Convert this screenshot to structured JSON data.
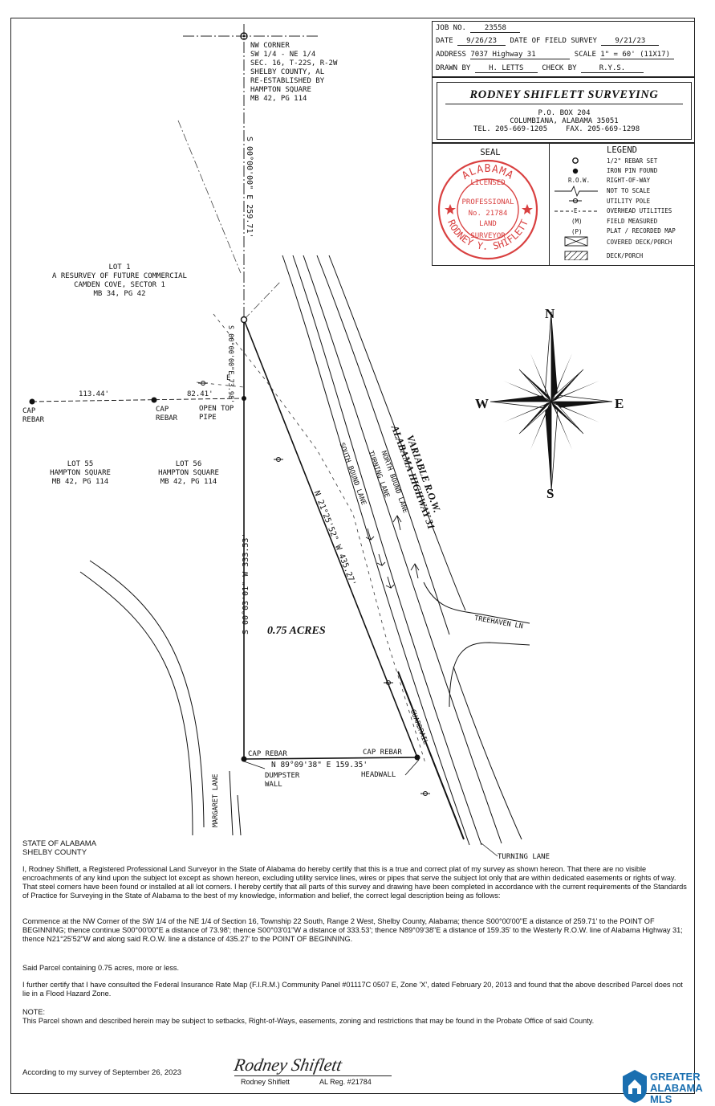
{
  "title_block": {
    "job_no_label": "JOB NO.",
    "job_no": "23558",
    "date_label": "DATE",
    "date": "9/26/23",
    "field_survey_label": "DATE OF FIELD SURVEY",
    "field_survey_date": "9/21/23",
    "address_label": "ADDRESS",
    "address": "7037 Highway 31",
    "scale_label": "SCALE",
    "scale": "1\" = 60' (11X17)",
    "drawn_by_label": "DRAWN BY",
    "drawn_by": "H. LETTS",
    "check_by_label": "CHECK BY",
    "check_by": "R.Y.S."
  },
  "company": {
    "name": "RODNEY SHIFLETT SURVEYING",
    "po_box": "P.O. BOX 204",
    "city": "COLUMBIANA, ALABAMA 35051",
    "phone": "TEL. 205-669-1205",
    "fax": "FAX. 205-669-1298"
  },
  "seal": {
    "heading": "SEAL",
    "ring_top": "ALABAMA",
    "licensed": "LICENSED",
    "professional": "PROFESSIONAL",
    "number": "No. 21784",
    "land": "LAND",
    "surveyor": "SURVEYOR",
    "ring_bottom": "RODNEY Y. SHIFLETT",
    "color": "#d94040"
  },
  "legend": {
    "heading": "LEGEND",
    "items": [
      {
        "symbol": "",
        "label": "1/2\" REBAR SET"
      },
      {
        "symbol": "",
        "label": "IRON PIN FOUND"
      },
      {
        "symbol": "R.O.W.",
        "label": "RIGHT-OF-WAY"
      },
      {
        "symbol": "",
        "label": "NOT TO SCALE"
      },
      {
        "symbol": "",
        "label": "UTILITY POLE"
      },
      {
        "symbol": "E",
        "label": "OVERHEAD UTILITIES"
      },
      {
        "symbol": "(M)",
        "label": "FIELD MEASURED"
      },
      {
        "symbol": "(P)",
        "label": "PLAT / RECORDED MAP"
      },
      {
        "symbol": "",
        "label": "COVERED DECK/PORCH"
      },
      {
        "symbol": "",
        "label": "DECK/PORCH"
      }
    ]
  },
  "compass": {
    "n": "N",
    "e": "E",
    "s": "S",
    "w": "W"
  },
  "plat": {
    "nw_corner": [
      "NW CORNER",
      "SW 1/4 - NE 1/4",
      "SEC. 16, T-22S, R-2W",
      "SHELBY COUNTY, AL",
      "RE-ESTABLISHED BY",
      "HAMPTON SQUARE",
      "MB 42, PG 114"
    ],
    "lot1": [
      "LOT 1",
      "A RESURVEY OF FUTURE COMMERCIAL",
      "CAMDEN COVE, SECTOR 1",
      "MB 34, PG 42"
    ],
    "lot55": [
      "LOT 55",
      "HAMPTON SQUARE",
      "MB 42, PG 114"
    ],
    "lot56": [
      "LOT 56",
      "HAMPTON SQUARE",
      "MB 42, PG 114"
    ],
    "cap_rebar": [
      "CAP",
      "REBAR"
    ],
    "open_top_pipe": [
      "OPEN TOP",
      "PIPE"
    ],
    "dist_113": "113.44'",
    "dist_82": "82.41'",
    "bearing_north_line": "S 00°00'00\" E   259.71'",
    "bearing_73": "S 00°00'00\"E 73.98'",
    "bearing_west_line": "S 00°03'01\" W   333.53'",
    "bearing_row": "N 21°25'52\" W   435.27'",
    "bearing_south": "N 89°09'38\" E   159.35'",
    "area": "0.75 ACRES",
    "highway_1": "VARIABLE R.O.W.",
    "highway_2": "ALABAMA HIGHWAY 31",
    "north_bound": "NORTH BOUND LANE",
    "turning_lane_road": "TURNING LANE",
    "south_bound": "SOUTH BOUND LANE",
    "treehaven": "TREEHAVEN LN",
    "guardrail": "GUARDRAIL",
    "cap_rebar_sw": "CAP REBAR",
    "cap_rebar_se": "CAP REBAR",
    "dumpster": [
      "DUMPSTER",
      "WALL"
    ],
    "headwall": "HEADWALL",
    "margaret": "MARGARET LANE",
    "turning_lane_label": "TURNING LANE",
    "utility_e": "E"
  },
  "certification": {
    "state": "STATE OF ALABAMA",
    "county": "SHELBY COUNTY",
    "para1": "I, Rodney Shiflett, a Registered Professional Land Surveyor in the State of Alabama do hereby certify that this is a true and correct plat of my survey as shown hereon. That there are no visible encroachments of any kind upon the subject lot except as shown hereon, excluding utility service lines, wires or pipes that serve the subject lot only that are within dedicated easements or rights of way. That steel corners have been found or installed at all lot corners. I hereby certify that all parts of this survey and drawing have been completed in accordance with the current requirements of the Standards of Practice for Surveying in the State of Alabama to the best of my knowledge, information and belief, the correct legal description being as follows:",
    "para2": "Commence at the NW Corner of the SW 1/4 of the NE 1/4 of Section 16, Township 22 South, Range 2 West, Shelby County, Alabama; thence S00°00'00\"E a distance of 259.71' to the POINT OF BEGINNING; thence continue S00°00'00\"E a distance of 73.98'; thence S00°03'01\"W a distance of 333.53'; thence N89°09'38\"E a distance of 159.35' to the Westerly R.O.W. line of Alabama Highway 31; thence N21°25'52\"W and along said R.O.W. line a distance of 435.27' to the POINT OF BEGINNING.",
    "para3": "Said Parcel containing 0.75 acres, more or less.",
    "para4": "I further certify that I have consulted the Federal Insurance Rate Map (F.I.R.M.) Community Panel #01117C 0507 E, Zone 'X', dated February 20, 2013 and found that the above described Parcel does not lie in a Flood Hazard Zone.",
    "note_label": "NOTE:",
    "note": "This Parcel shown and described herein may be subject to setbacks, Right-of-Ways, easements, zoning and restrictions that may be found in the Probate Office of said County.",
    "according": "According to my survey of September 26, 2023",
    "signature": "Rodney Shiflett",
    "signer": "Rodney Shiflett",
    "reg": "AL Reg. #21784"
  },
  "watermark": {
    "line1": "GREATER",
    "line2": "ALABAMA",
    "line3": "MLS",
    "color": "#1a6fb0"
  }
}
